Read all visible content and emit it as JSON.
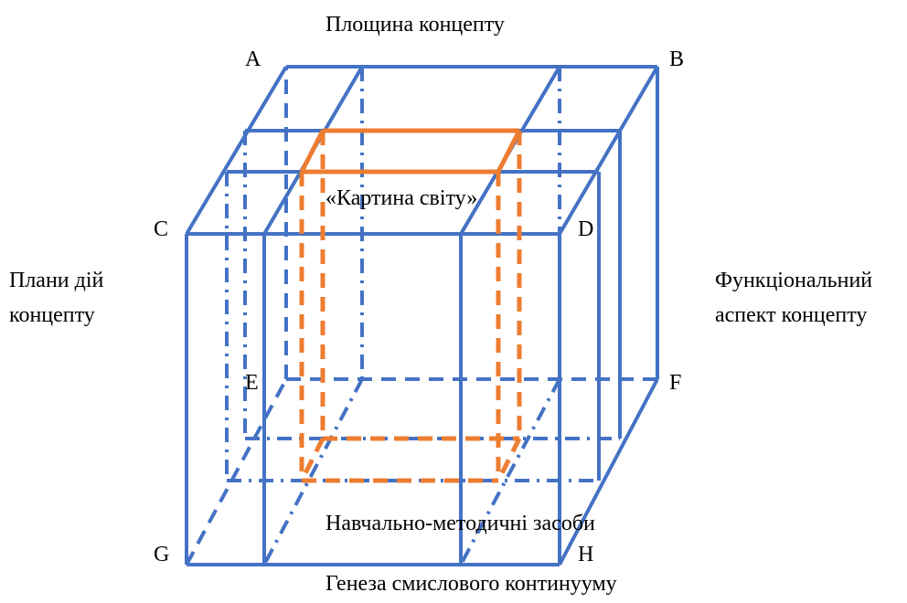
{
  "labels": {
    "top": "Площина концепту",
    "left_line1": "Плани дій",
    "left_line2": "концепту",
    "right_line1": "Функціональний",
    "right_line2": "аспект  концепту",
    "center": "«Картина світу»",
    "bottom_inner": "Навчально-методичні засоби",
    "bottom": "Генеза смислового континууму"
  },
  "vertices": {
    "a": "A",
    "b": "B",
    "c": "C",
    "d": "D",
    "e": "E",
    "f": "F",
    "g": "G",
    "h": "H"
  },
  "colors": {
    "blue": "#4472C4",
    "orange": "#ED7D31"
  }
}
